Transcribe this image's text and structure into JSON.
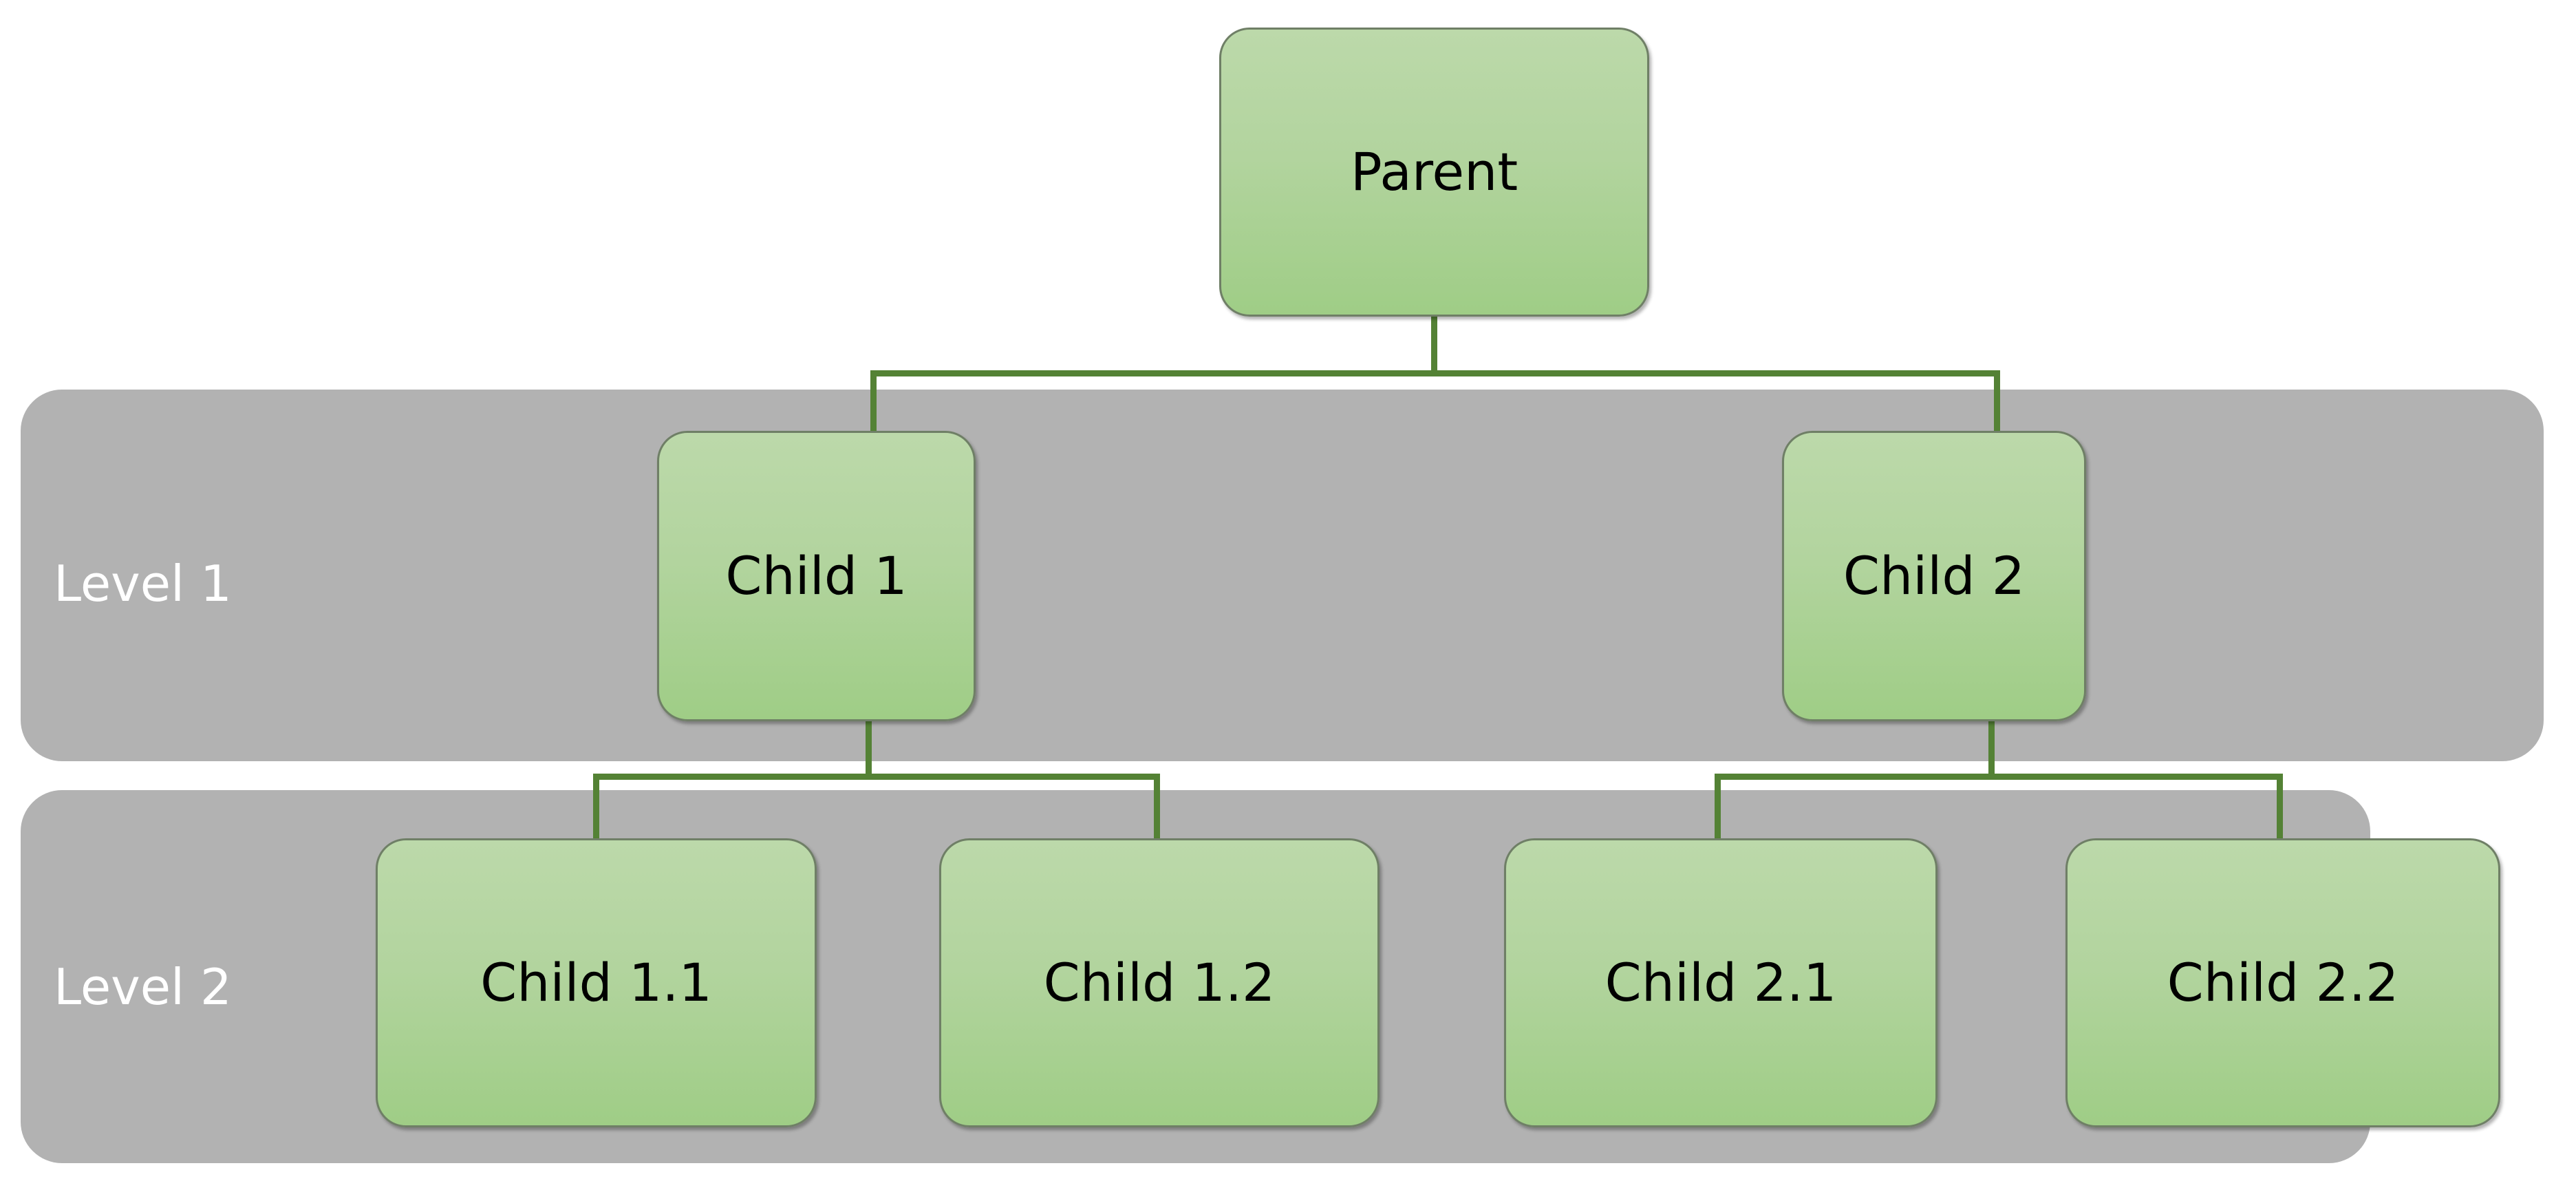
{
  "diagram": {
    "title": "Hierarchy tree diagram",
    "type": "tree",
    "colors": {
      "node_fill_top": "#bcd9aa",
      "node_fill_bottom": "#9fcd86",
      "node_border": "#6f7f66",
      "connector": "#548235",
      "band_fill": "#b2b2b2",
      "band_label_text": "#ffffff",
      "node_label_text": "#000000",
      "background": "#ffffff"
    }
  },
  "bands": [
    {
      "id": "level-1",
      "label": "Level 1"
    },
    {
      "id": "level-2",
      "label": "Level 2"
    }
  ],
  "nodes": {
    "root": {
      "id": "parent",
      "label": "Parent"
    },
    "level1": [
      {
        "id": "child-1",
        "label": "Child 1"
      },
      {
        "id": "child-2",
        "label": "Child 2"
      }
    ],
    "level2": [
      {
        "id": "child-1-1",
        "label": "Child 1.1"
      },
      {
        "id": "child-1-2",
        "label": "Child 1.2"
      },
      {
        "id": "child-2-1",
        "label": "Child 2.1"
      },
      {
        "id": "child-2-2",
        "label": "Child 2.2"
      }
    ]
  },
  "edges": [
    {
      "from": "parent",
      "to": "child-1"
    },
    {
      "from": "parent",
      "to": "child-2"
    },
    {
      "from": "child-1",
      "to": "child-1-1"
    },
    {
      "from": "child-1",
      "to": "child-1-2"
    },
    {
      "from": "child-2",
      "to": "child-2-1"
    },
    {
      "from": "child-2",
      "to": "child-2-2"
    }
  ]
}
